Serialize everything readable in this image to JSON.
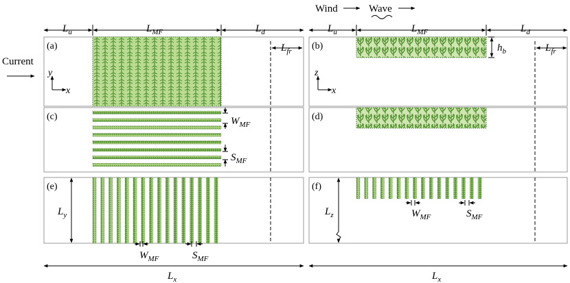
{
  "header": {
    "wind_label": "Wind",
    "wave_label": "Wave",
    "current_label": "Current"
  },
  "dimensions": {
    "l_u": "L",
    "l_u_sub": "u",
    "l_mf": "L",
    "l_mf_sub": "MF",
    "l_d": "L",
    "l_d_sub": "d",
    "l_fr": "L",
    "l_fr_sub": "fr",
    "h_b": "h",
    "h_b_sub": "b",
    "w_mf": "W",
    "w_mf_sub": "MF",
    "s_mf": "S",
    "s_mf_sub": "MF",
    "l_y": "L",
    "l_y_sub": "y",
    "l_z": "L",
    "l_z_sub": "z",
    "l_x": "L",
    "l_x_sub": "x"
  },
  "axes": {
    "left_vertical": "y",
    "left_horizontal": "x",
    "right_vertical": "z",
    "right_horizontal": "x"
  },
  "panels": {
    "a": "(a)",
    "b": "(b)",
    "c": "(c)",
    "d": "(d)",
    "e": "(e)",
    "f": "(f)"
  },
  "colors": {
    "vegetation_fill": "#a9d07e",
    "vegetation_dark": "#3d7a22",
    "vegetation_light": "#cfe6b0",
    "frame": "#999999"
  }
}
